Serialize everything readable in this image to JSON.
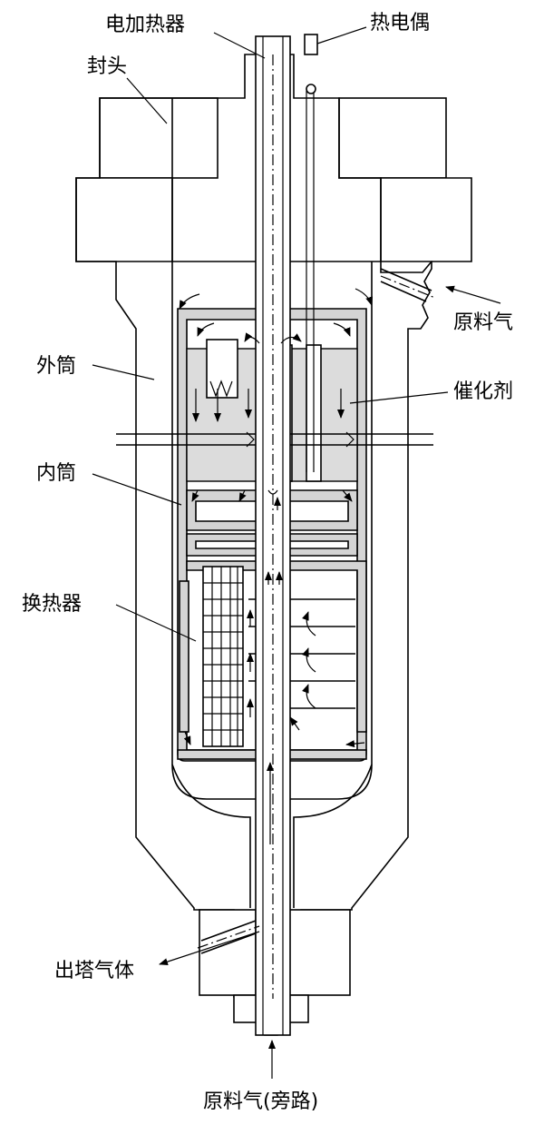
{
  "labels": {
    "heater": "电加热器",
    "thermocouple": "热电偶",
    "head": "封头",
    "feed_gas": "原料气",
    "outer_shell": "外筒",
    "catalyst": "催化剂",
    "inner_shell": "内筒",
    "heat_exchanger": "换热器",
    "outlet_gas": "出塔气体",
    "feed_gas_bypass": "原料气(旁路)"
  }
}
